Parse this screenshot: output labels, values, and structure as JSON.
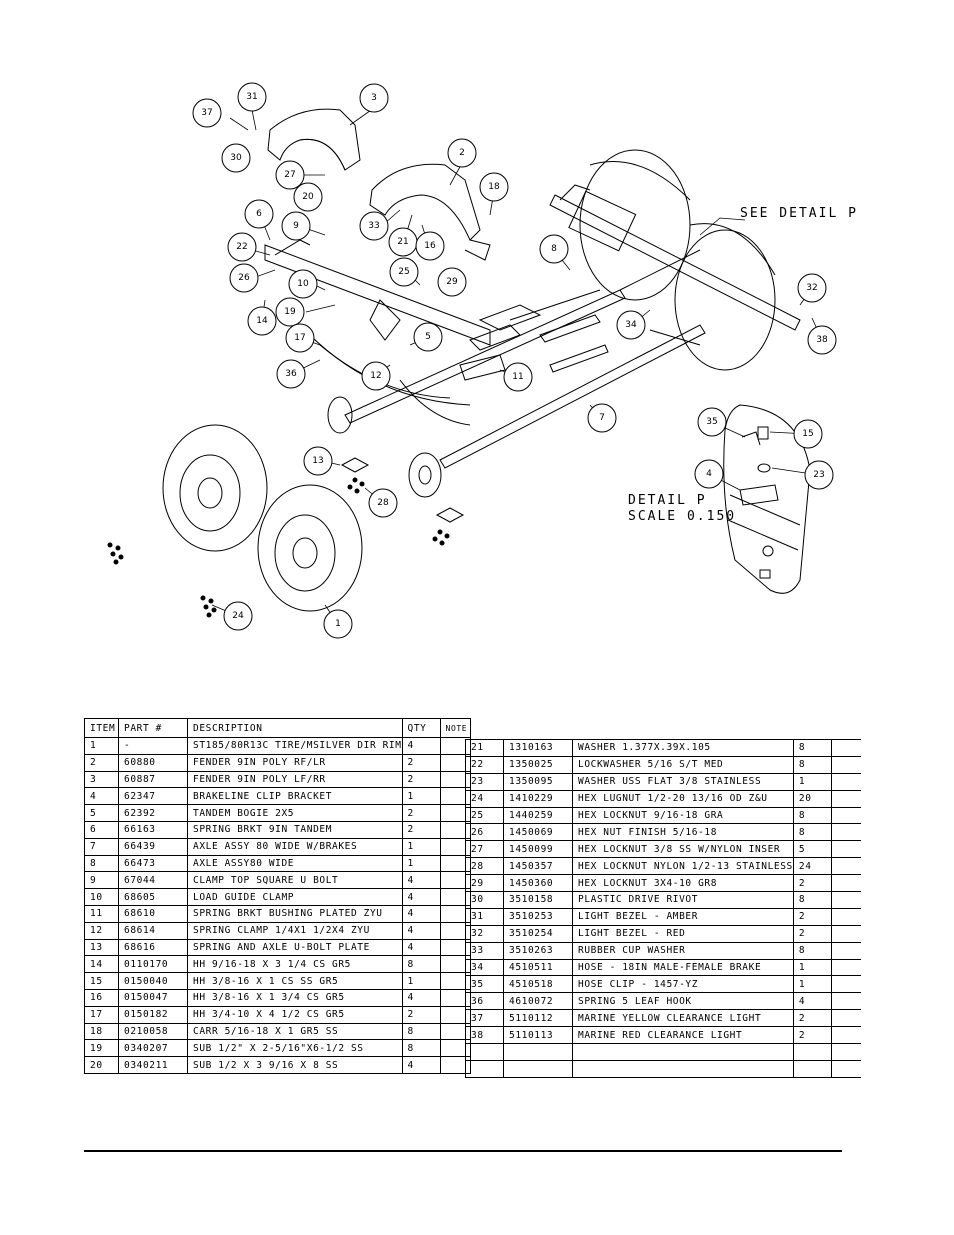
{
  "diagram": {
    "see_detail": "SEE DETAIL P",
    "detail_title": "DETAIL P",
    "detail_scale": "SCALE 0.150",
    "callouts": [
      "37",
      "31",
      "3",
      "30",
      "27",
      "2",
      "18",
      "20",
      "33",
      "21",
      "16",
      "6",
      "9",
      "8",
      "22",
      "26",
      "25",
      "29",
      "10",
      "32",
      "14",
      "19",
      "5",
      "34",
      "38",
      "17",
      "36",
      "12",
      "11",
      "7",
      "35",
      "15",
      "13",
      "4",
      "23",
      "28",
      "24",
      "1"
    ]
  },
  "parts_table": {
    "headers": {
      "item": "ITEM",
      "part": "PART #",
      "description": "DESCRIPTION",
      "qty": "QTY",
      "note": "NOTE"
    },
    "rows": [
      {
        "item": "1",
        "part": "-",
        "description": "ST185/80R13C TIRE/MSILVER DIR RIM",
        "qty": "4",
        "note": ""
      },
      {
        "item": "2",
        "part": "60880",
        "description": "FENDER  9IN POLY RF/LR",
        "qty": "2",
        "note": ""
      },
      {
        "item": "3",
        "part": "60887",
        "description": "FENDER  9IN POLY LF/RR",
        "qty": "2",
        "note": ""
      },
      {
        "item": "4",
        "part": "62347",
        "description": "BRAKELINE CLIP BRACKET",
        "qty": "1",
        "note": ""
      },
      {
        "item": "5",
        "part": "62392",
        "description": "TANDEM BOGIE   2X5",
        "qty": "2",
        "note": ""
      },
      {
        "item": "6",
        "part": "66163",
        "description": "SPRING BRKT   9IN TANDEM",
        "qty": "2",
        "note": ""
      },
      {
        "item": "7",
        "part": "66439",
        "description": "AXLE ASSY 80 WIDE W/BRAKES",
        "qty": "1",
        "note": ""
      },
      {
        "item": "8",
        "part": "66473",
        "description": "AXLE ASSY80 WIDE",
        "qty": "1",
        "note": ""
      },
      {
        "item": "9",
        "part": "67044",
        "description": "CLAMP TOP SQUARE U BOLT",
        "qty": "4",
        "note": ""
      },
      {
        "item": "10",
        "part": "68605",
        "description": "LOAD GUIDE CLAMP",
        "qty": "4",
        "note": ""
      },
      {
        "item": "11",
        "part": "68610",
        "description": "SPRING BRKT BUSHING PLATED ZYU",
        "qty": "4",
        "note": ""
      },
      {
        "item": "12",
        "part": "68614",
        "description": "SPRING CLAMP   1/4X1 1/2X4  ZYU",
        "qty": "4",
        "note": ""
      },
      {
        "item": "13",
        "part": "68616",
        "description": "SPRING AND AXLE U-BOLT PLATE",
        "qty": "4",
        "note": ""
      },
      {
        "item": "14",
        "part": "0110170",
        "description": "HH 9/16-18 X 3 1/4 CS GR5",
        "qty": "8",
        "note": ""
      },
      {
        "item": "15",
        "part": "0150040",
        "description": "HH 3/8-16 X 1 CS SS GR5",
        "qty": "1",
        "note": ""
      },
      {
        "item": "16",
        "part": "0150047",
        "description": "HH 3/8-16 X 1 3/4 CS GR5",
        "qty": "4",
        "note": ""
      },
      {
        "item": "17",
        "part": "0150182",
        "description": "HH 3/4-10 X 4 1/2 CS GR5",
        "qty": "2",
        "note": ""
      },
      {
        "item": "18",
        "part": "0210058",
        "description": "CARR 5/16-18 X 1 GR5 SS",
        "qty": "8",
        "note": ""
      },
      {
        "item": "19",
        "part": "0340207",
        "description": "SUB 1/2\" X 2-5/16\"X6-1/2 SS",
        "qty": "8",
        "note": ""
      },
      {
        "item": "20",
        "part": "0340211",
        "description": "SUB 1/2 X 3 9/16 X 8 SS",
        "qty": "4",
        "note": ""
      }
    ],
    "rows2": [
      {
        "item": "21",
        "part": "1310163",
        "description": "WASHER 1.377X.39X.105",
        "qty": "8",
        "note": ""
      },
      {
        "item": "22",
        "part": "1350025",
        "description": "LOCKWASHER 5/16 S/T MED",
        "qty": "8",
        "note": ""
      },
      {
        "item": "23",
        "part": "1350095",
        "description": "WASHER USS FLAT 3/8 STAINLESS",
        "qty": "1",
        "note": ""
      },
      {
        "item": "24",
        "part": "1410229",
        "description": "HEX LUGNUT 1/2-20 13/16 OD Z&U",
        "qty": "20",
        "note": ""
      },
      {
        "item": "25",
        "part": "1440259",
        "description": "HEX LOCKNUT 9/16-18 GRA",
        "qty": "8",
        "note": ""
      },
      {
        "item": "26",
        "part": "1450069",
        "description": "HEX NUT FINISH 5/16-18",
        "qty": "8",
        "note": ""
      },
      {
        "item": "27",
        "part": "1450099",
        "description": "HEX LOCKNUT 3/8 SS W/NYLON INSER",
        "qty": "5",
        "note": ""
      },
      {
        "item": "28",
        "part": "1450357",
        "description": "HEX LOCKNUT NYLON 1/2-13 STAINLESS",
        "qty": "24",
        "note": ""
      },
      {
        "item": "29",
        "part": "1450360",
        "description": "HEX LOCKNUT 3X4-10 GR8",
        "qty": "2",
        "note": ""
      },
      {
        "item": "30",
        "part": "3510158",
        "description": "PLASTIC DRIVE RIVOT",
        "qty": "8",
        "note": ""
      },
      {
        "item": "31",
        "part": "3510253",
        "description": "LIGHT BEZEL - AMBER",
        "qty": "2",
        "note": ""
      },
      {
        "item": "32",
        "part": "3510254",
        "description": "LIGHT BEZEL - RED",
        "qty": "2",
        "note": ""
      },
      {
        "item": "33",
        "part": "3510263",
        "description": "RUBBER CUP WASHER",
        "qty": "8",
        "note": ""
      },
      {
        "item": "34",
        "part": "4510511",
        "description": "HOSE - 18IN MALE-FEMALE BRAKE",
        "qty": "1",
        "note": ""
      },
      {
        "item": "35",
        "part": "4510518",
        "description": "HOSE CLIP - 1457-YZ",
        "qty": "1",
        "note": ""
      },
      {
        "item": "36",
        "part": "4610072",
        "description": "SPRING  5 LEAF HOOK",
        "qty": "4",
        "note": ""
      },
      {
        "item": "37",
        "part": "5110112",
        "description": "MARINE YELLOW CLEARANCE LIGHT",
        "qty": "2",
        "note": ""
      },
      {
        "item": "38",
        "part": "5110113",
        "description": "MARINE RED CLEARANCE LIGHT",
        "qty": "2",
        "note": ""
      },
      {
        "item": "",
        "part": "",
        "description": "",
        "qty": "",
        "note": ""
      },
      {
        "item": "",
        "part": "",
        "description": "",
        "qty": "",
        "note": ""
      }
    ]
  }
}
